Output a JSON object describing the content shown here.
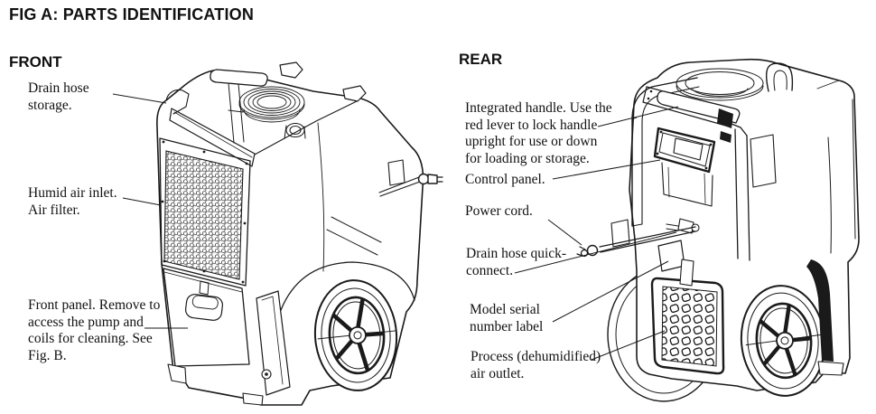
{
  "figure": {
    "title": "FIG A: PARTS IDENTIFICATION",
    "colors": {
      "ink": "#1a1a1a",
      "background": "#ffffff"
    },
    "front": {
      "heading": "FRONT",
      "labels": [
        {
          "id": "drain-hose-storage",
          "text": "Drain hose\nstorage."
        },
        {
          "id": "humid-air-inlet",
          "text": "Humid air inlet.\nAir filter."
        },
        {
          "id": "front-panel",
          "text": "Front panel. Remove to\naccess the pump and\ncoils for cleaning. See\nFig. B."
        }
      ]
    },
    "rear": {
      "heading": "REAR",
      "labels": [
        {
          "id": "integrated-handle",
          "text": "Integrated handle. Use the\nred lever to lock handle\nupright for use or down\nfor loading or storage."
        },
        {
          "id": "control-panel",
          "text": "Control panel."
        },
        {
          "id": "power-cord",
          "text": "Power cord."
        },
        {
          "id": "drain-hose-quick-connect",
          "text": "Drain hose quick-\nconnect."
        },
        {
          "id": "model-serial-number-label",
          "text": "Model serial\nnumber label"
        },
        {
          "id": "process-air-outlet",
          "text": "Process (dehumidified)\nair outlet."
        }
      ]
    }
  }
}
